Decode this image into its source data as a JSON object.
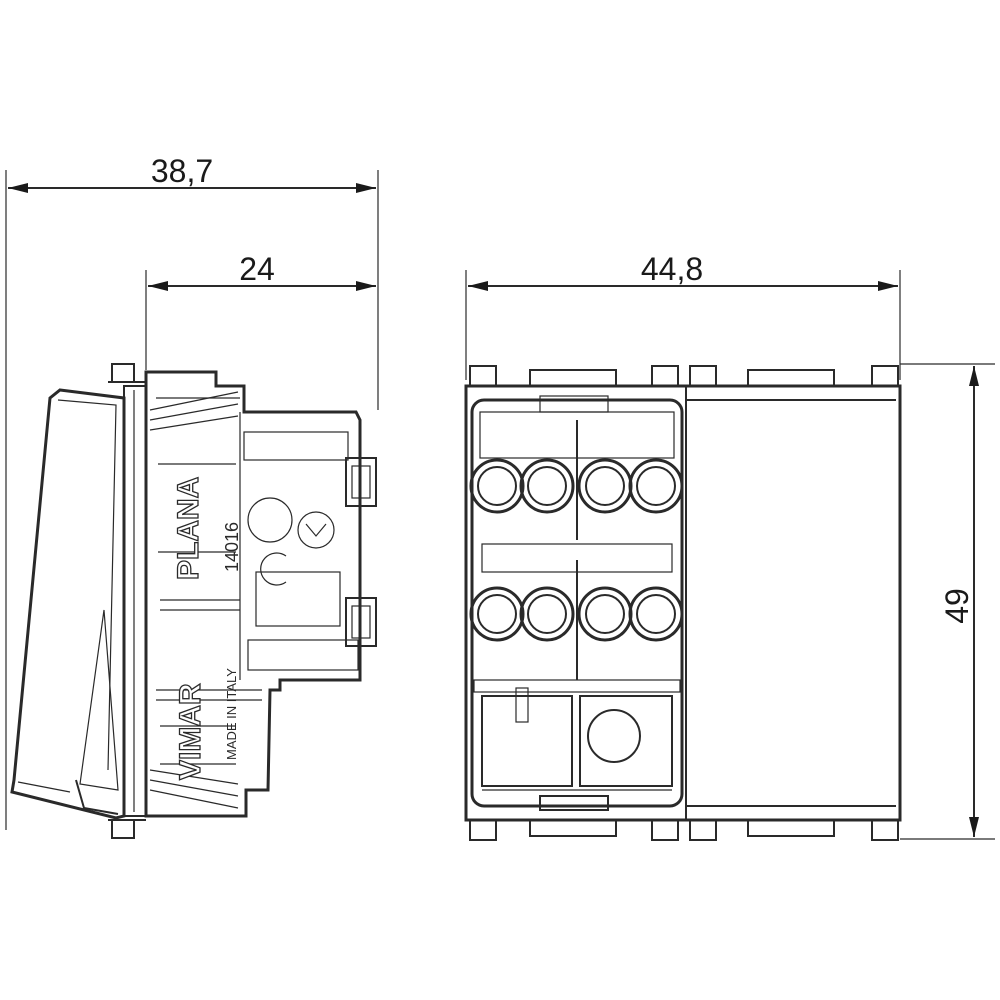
{
  "dimensions": {
    "side_total_width": "38,7",
    "side_body_width": "24",
    "front_width": "44,8",
    "front_height": "49"
  },
  "markings": {
    "series": "PLANA",
    "code": "14016",
    "brand": "VIMAR",
    "origin": "MADE IN ITALY"
  }
}
